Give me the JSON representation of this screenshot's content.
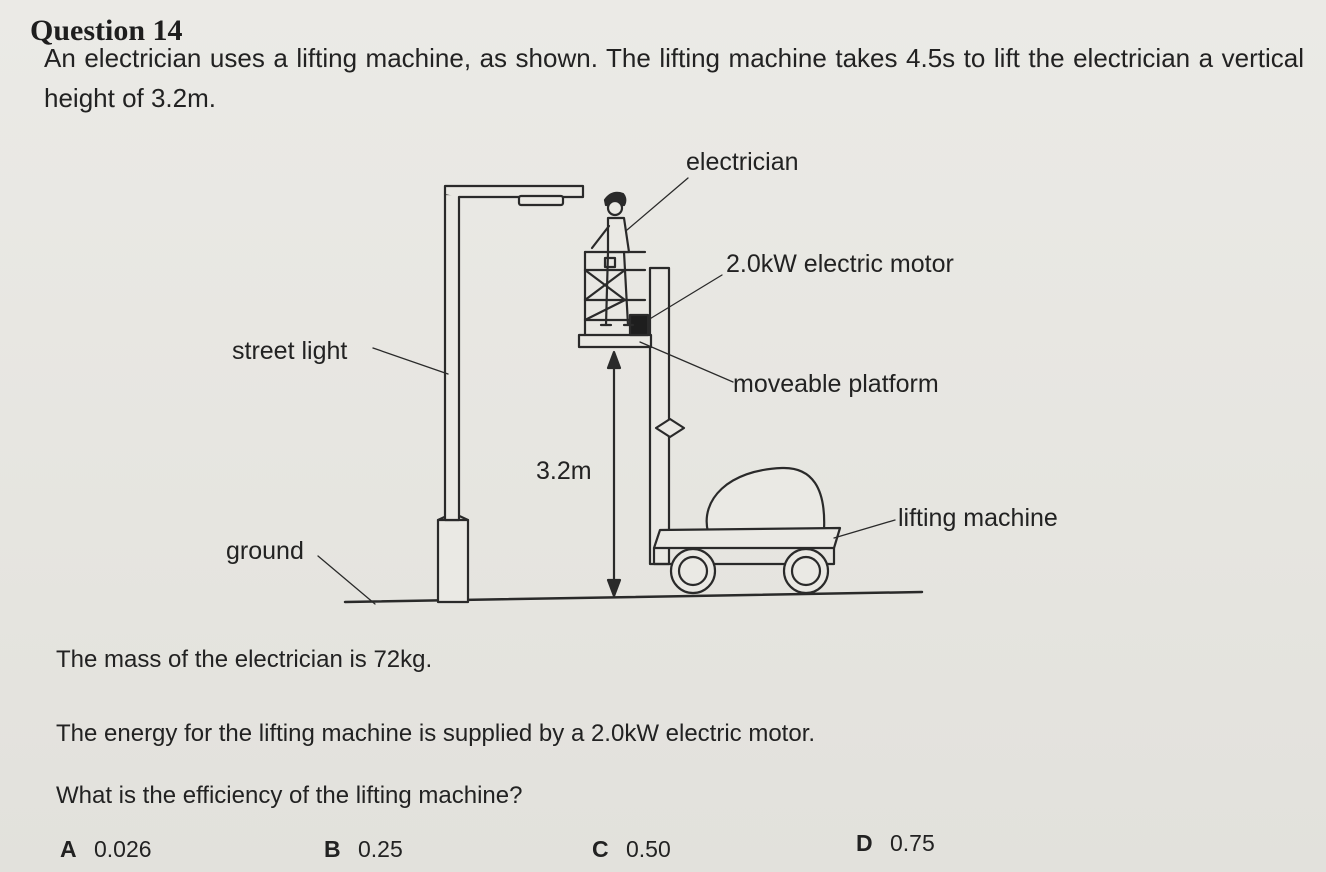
{
  "question": {
    "number": "Question 14",
    "intro": "An electrician uses a lifting machine, as shown. The lifting machine takes 4.5s to lift the electrician a vertical height of 3.2m.",
    "mass_text": "The mass of the electrician is 72kg.",
    "energy_text": "The energy for the lifting machine is supplied by a 2.0kW electric motor.",
    "prompt": "What is the efficiency of the lifting machine?"
  },
  "diagram": {
    "labels": {
      "electrician": "electrician",
      "motor": "2.0kW electric motor",
      "street_light": "street light",
      "platform": "moveable platform",
      "height": "3.2m",
      "lifting_machine": "lifting machine",
      "ground": "ground"
    }
  },
  "options": [
    {
      "letter": "A",
      "value": "0.026"
    },
    {
      "letter": "B",
      "value": "0.25"
    },
    {
      "letter": "C",
      "value": "0.50"
    },
    {
      "letter": "D",
      "value": "0.75"
    }
  ]
}
